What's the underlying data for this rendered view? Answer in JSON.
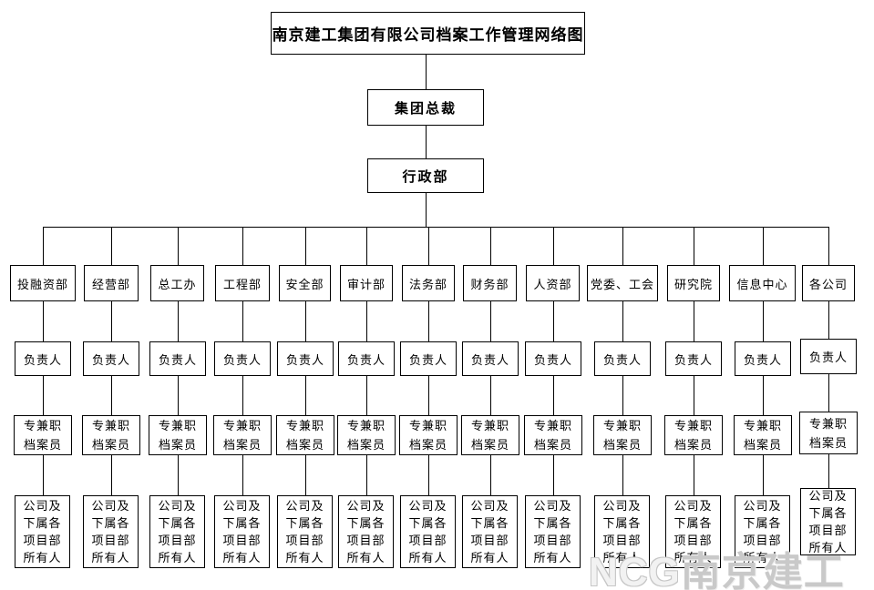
{
  "title": "南京建工集团有限公司档案工作管理网络图",
  "top_nodes": {
    "president": "集团总裁",
    "admin": "行政部"
  },
  "org": {
    "departments": [
      "投融资部",
      "经营部",
      "总工办",
      "工程部",
      "安全部",
      "审计部",
      "法务部",
      "财务部",
      "人资部",
      "党委、工会",
      "研究院",
      "信息中心",
      "各公司"
    ],
    "row_labels": {
      "leader": "负责人",
      "archivist_lines": [
        "专兼职",
        "档案员"
      ],
      "staff_lines": [
        "公司及",
        "下属各",
        "项目部",
        "所有人"
      ]
    }
  },
  "watermark": {
    "latin": "NCG",
    "cjk": "南京建工"
  },
  "colors": {
    "line": "#000000",
    "text": "#000000",
    "background": "#ffffff",
    "watermark_gray": "#c9c9c9"
  }
}
